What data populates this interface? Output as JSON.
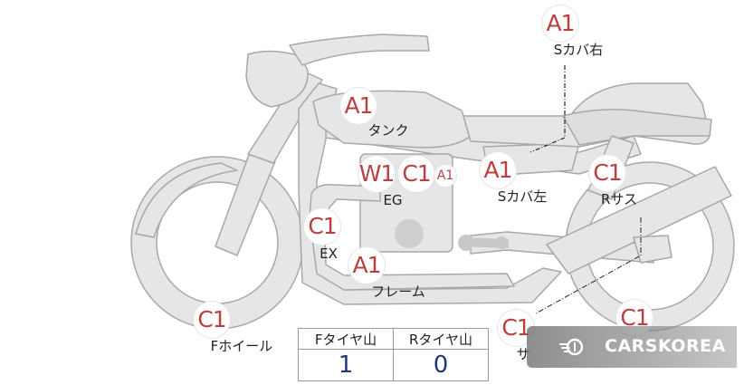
{
  "parts": {
    "s_cover_right": {
      "grade": "A1",
      "label": "Sカバ右"
    },
    "tank": {
      "grade": "A1",
      "label": "タンク"
    },
    "engine": {
      "grades": [
        "W1",
        "C1",
        "A1"
      ],
      "label": "EG"
    },
    "s_cover_left": {
      "grade": "A1",
      "label": "Sカバ左"
    },
    "rear_suspension": {
      "grade": "C1",
      "label": "Rサス"
    },
    "exhaust": {
      "grade": "C1",
      "label": "EX"
    },
    "frame": {
      "grade": "A1",
      "label": "フレーム"
    },
    "front_wheel": {
      "grade": "C1",
      "label": "Fホイール"
    },
    "muffler": {
      "grade": "C1",
      "label": "サ"
    },
    "rear_wheel": {
      "grade": "C1"
    }
  },
  "tire_tread": {
    "headers": [
      "Fタイヤ山",
      "Rタイヤ山"
    ],
    "values": [
      "1",
      "0"
    ]
  },
  "watermark": {
    "text": "CARSKOREA",
    "icon": "carskorea-logo-icon"
  },
  "colors": {
    "grade_text": "#b94040",
    "bike_fill": "#e6e6e6",
    "bike_stroke": "#a8a8a8",
    "tread_value": "#1f3a7a"
  }
}
